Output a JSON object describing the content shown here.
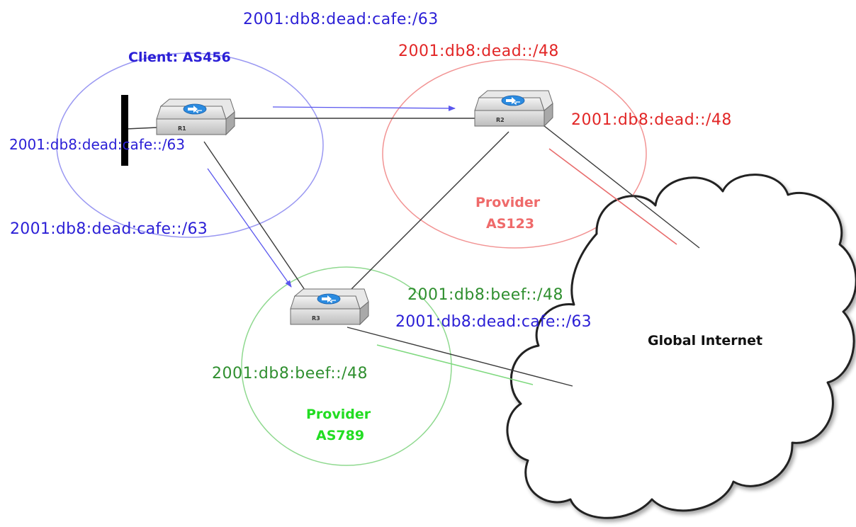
{
  "colors": {
    "client": "#2b1fd6",
    "client_circle": "#9a98f2",
    "provider_red": "#e22626",
    "provider_red_title": "#ef6a6a",
    "provider_red_circle": "#f29494",
    "provider_green": "#2f8f2f",
    "provider_green_title": "#22dd22",
    "provider_green_circle": "#8fd98f",
    "link": "#3a3a3a",
    "arrow_blue": "#5a57ee",
    "arrow_red": "#e86c6c",
    "arrow_green": "#7fd97f",
    "internet_text": "#111111"
  },
  "client": {
    "title": "Client: AS456",
    "router": "R1",
    "prefix_local": "2001:db8:dead:cafe::/63",
    "prefix_to_r3": "2001:db8:dead:cafe::/63"
  },
  "provider_red": {
    "title_line1": "Provider",
    "title_line2": "AS123",
    "router": "R2",
    "prefix_announced_client": "2001:db8:dead:cafe:/63",
    "prefix_own": "2001:db8:dead::/48",
    "prefix_to_internet": "2001:db8:dead::/48"
  },
  "provider_green": {
    "title_line1": "Provider",
    "title_line2": "AS789",
    "router": "R3",
    "prefix_own": "2001:db8:beef::/48",
    "prefix_to_internet_1": "2001:db8:beef::/48",
    "prefix_to_internet_2": "2001:db8:dead:cafe::/63"
  },
  "internet": {
    "label": "Global Internet"
  }
}
